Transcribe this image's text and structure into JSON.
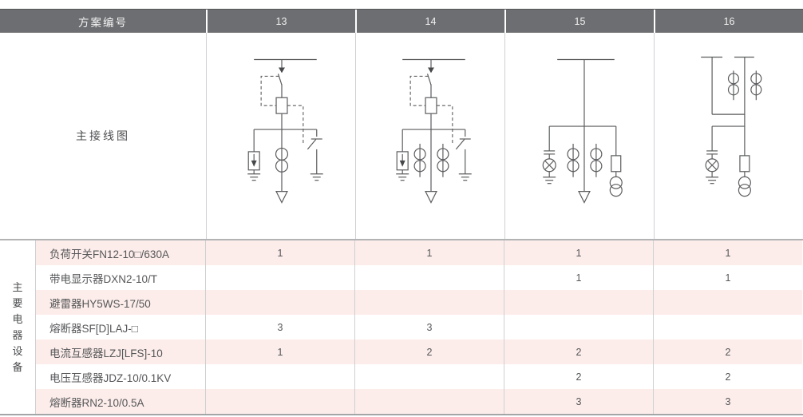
{
  "header": {
    "plan_label": "方案编号",
    "schemes": [
      "13",
      "14",
      "15",
      "16"
    ]
  },
  "diagram_section": {
    "label": "主接线图",
    "diagrams": [
      "scheme-13-main-wiring-diagram",
      "scheme-14-main-wiring-diagram",
      "scheme-15-main-wiring-diagram",
      "scheme-16-main-wiring-diagram"
    ]
  },
  "equipment_section": {
    "group_label": "主要电器设备",
    "group_label_chars": [
      "主",
      "要",
      "电",
      "器",
      "设",
      "备"
    ],
    "rows": [
      {
        "name": "负荷开关FN12-10□/630A",
        "values": [
          "1",
          "1",
          "1",
          "1"
        ]
      },
      {
        "name": "带电显示器DXN2-10/T",
        "values": [
          "",
          "",
          "1",
          "1"
        ]
      },
      {
        "name": "避雷器HY5WS-17/50",
        "values": [
          "",
          "",
          "",
          ""
        ]
      },
      {
        "name": "熔断器SF[D]LAJ-□",
        "values": [
          "3",
          "3",
          "",
          ""
        ]
      },
      {
        "name": "电流互感器LZJ[LFS]-10",
        "values": [
          "1",
          "2",
          "2",
          "2"
        ]
      },
      {
        "name": "电压互感器JDZ-10/0.1KV",
        "values": [
          "",
          "",
          "2",
          "2"
        ]
      },
      {
        "name": "熔断器RN2-10/0.5A",
        "values": [
          "",
          "",
          "3",
          "3"
        ]
      }
    ]
  },
  "colors": {
    "header_bg": "#6d6e71",
    "header_text": "#f2f2f2",
    "row_stripe": "#fcedea",
    "body_text": "#58595b",
    "diagram_line": "#5b5c5e",
    "divider": "#cfd0d2"
  }
}
